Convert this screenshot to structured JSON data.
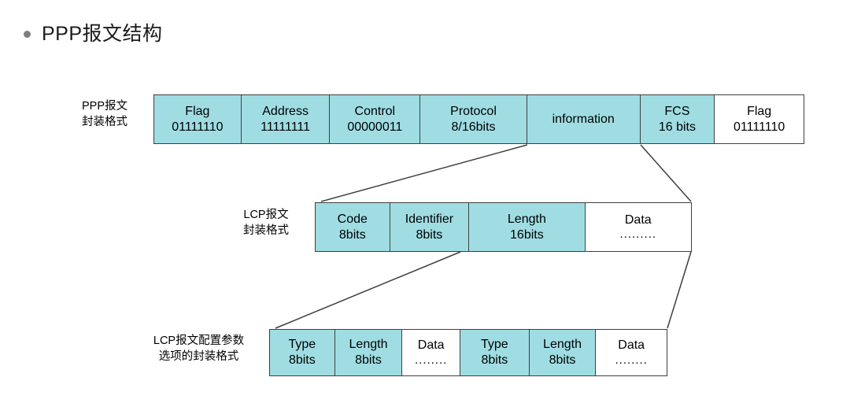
{
  "slide": {
    "title": "PPP报文结构",
    "bullet_icon": "bullet-dot-icon",
    "colors": {
      "fill": "#9fdde3",
      "empty": "#ffffff",
      "stroke": "#3f3f3f",
      "bullet": "#808080",
      "text": "#000000"
    }
  },
  "rows": [
    {
      "id": "ppp-frame",
      "label_line1": "PPP报文",
      "label_line2": "封装格式",
      "cells": [
        {
          "line1": "Flag",
          "line2": "01111110",
          "filled": true
        },
        {
          "line1": "Address",
          "line2": "11111111",
          "filled": true
        },
        {
          "line1": "Control",
          "line2": "00000011",
          "filled": true
        },
        {
          "line1": "Protocol",
          "line2": "8/16bits",
          "filled": true
        },
        {
          "line1": "information",
          "line2": "",
          "filled": true
        },
        {
          "line1": "FCS",
          "line2": "16 bits",
          "filled": true
        },
        {
          "line1": "Flag",
          "line2": "01111110",
          "filled": false
        }
      ]
    },
    {
      "id": "lcp-frame",
      "label_line1": "LCP报文",
      "label_line2": "封装格式",
      "cells": [
        {
          "line1": "Code",
          "line2": "8bits",
          "filled": true
        },
        {
          "line1": "Identifier",
          "line2": "8bits",
          "filled": true
        },
        {
          "line1": "Length",
          "line2": "16bits",
          "filled": true
        },
        {
          "line1": "Data",
          "line2": ".........",
          "filled": false
        }
      ]
    },
    {
      "id": "lcp-option",
      "label_line1": "LCP报文配置参数",
      "label_line2": "选项的封装格式",
      "cells": [
        {
          "line1": "Type",
          "line2": "8bits",
          "filled": true
        },
        {
          "line1": "Length",
          "line2": "8bits",
          "filled": true
        },
        {
          "line1": "Data",
          "line2": "........",
          "filled": false
        },
        {
          "line1": "Type",
          "line2": "8bits",
          "filled": true
        },
        {
          "line1": "Length",
          "line2": "8bits",
          "filled": true
        },
        {
          "line1": "Data",
          "line2": "........",
          "filled": false
        }
      ]
    }
  ]
}
